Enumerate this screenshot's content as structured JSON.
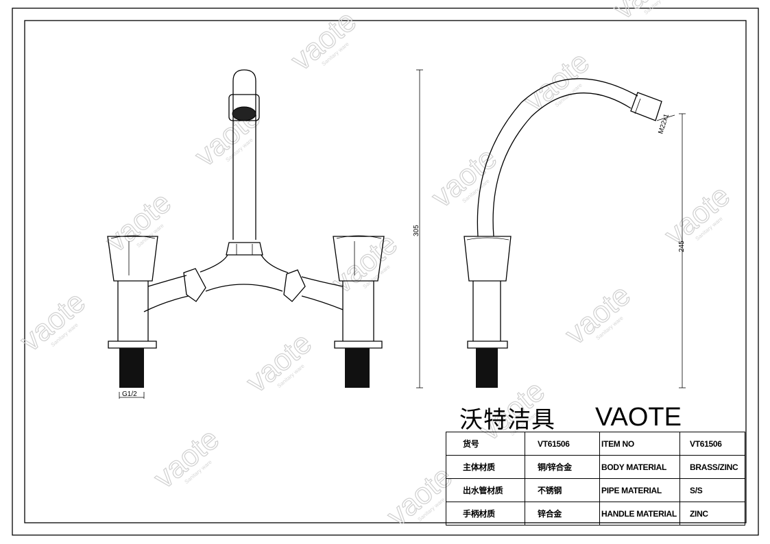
{
  "brand": {
    "name_cn": "沃特洁具",
    "name_en": "VAOTE"
  },
  "watermark": {
    "text": "vaote",
    "sub": "Sanitary ware"
  },
  "dimensions": {
    "height_total": "305",
    "height_spout": "245",
    "inlet_thread": "G1/2",
    "outlet_thread": "M22x1"
  },
  "spec_table": [
    {
      "cn_label": "货号",
      "cn_value": "VT61506",
      "en_label": "ITEM NO",
      "en_value": "VT61506"
    },
    {
      "cn_label": "主体材质",
      "cn_value": "铜/锌合金",
      "en_label": "BODY MATERIAL",
      "en_value": "BRASS/ZINC"
    },
    {
      "cn_label": "出水管材质",
      "cn_value": "不锈钢",
      "en_label": "PIPE MATERIAL",
      "en_value": "S/S"
    },
    {
      "cn_label": "手柄材质",
      "cn_value": "锌合金",
      "en_label": "HANDLE MATERIAL",
      "en_value": "ZINC"
    }
  ]
}
